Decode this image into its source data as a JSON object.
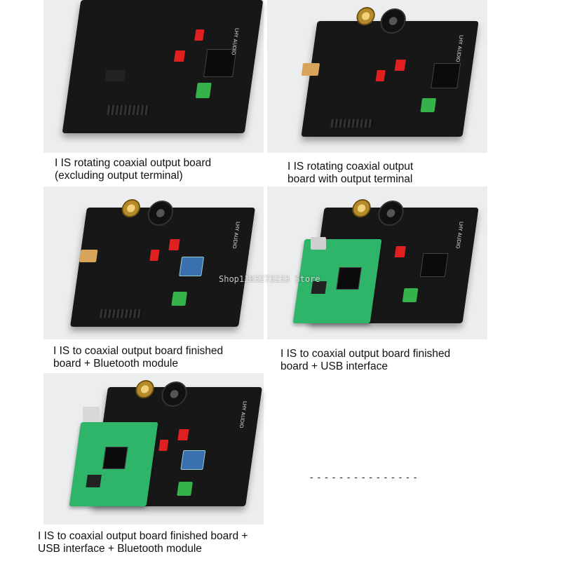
{
  "panels": [
    {
      "caption": "I IS rotating coaxial output board\n(excluding output terminal)"
    },
    {
      "caption": "I IS rotating coaxial output\nboard with output terminal"
    },
    {
      "caption": "I IS to coaxial output board finished\nboard + Bluetooth module"
    },
    {
      "caption": "I IS to coaxial output board finished\nboard + USB interface"
    },
    {
      "caption": "I IS to coaxial output board finished board +\nUSB interface + Bluetooth module"
    }
  ],
  "board_label": "LHY AUDIO",
  "watermark": "Shop1103273233 Store",
  "dash_line": "- - - - - - - - - - - - - - -",
  "colors": {
    "board": "#171717",
    "usb_board": "#2fb56a",
    "red_switch": "#e02020",
    "terminal": "#35b24a",
    "background": "#ecedef"
  }
}
